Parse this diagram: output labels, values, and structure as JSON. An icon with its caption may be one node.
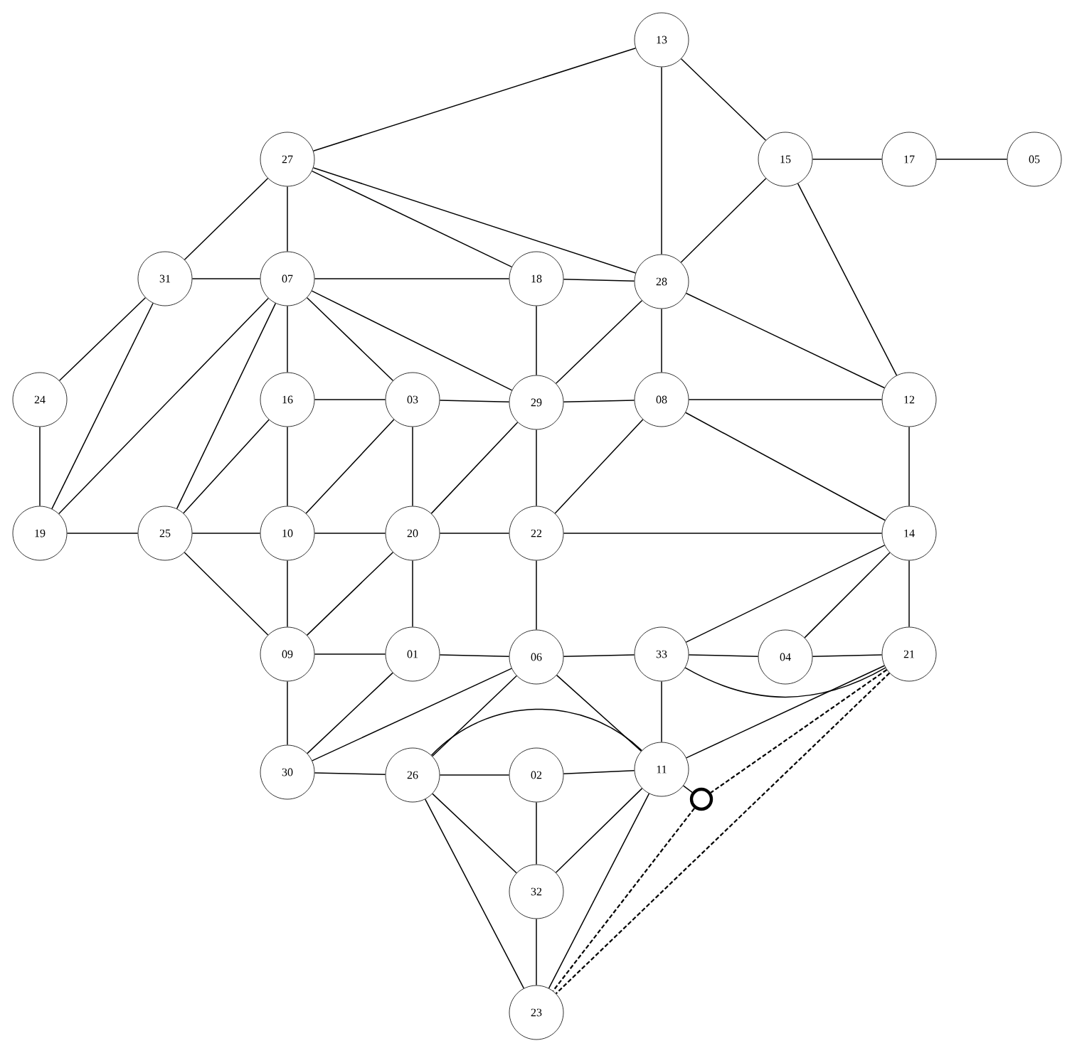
{
  "diagram": {
    "nodes": [
      {
        "text": [
          "13"
        ]
      },
      {
        "text": [
          "27"
        ]
      },
      {
        "text": [
          "15"
        ]
      },
      {
        "text": [
          "17"
        ]
      },
      {
        "text": [
          "05"
        ]
      },
      {
        "text": [
          "31"
        ]
      },
      {
        "text": [
          "07"
        ]
      },
      {
        "text": [
          "18"
        ]
      },
      {
        "text": [
          "28"
        ]
      },
      {
        "text": [
          "24"
        ]
      },
      {
        "text": [
          "16"
        ]
      },
      {
        "text": [
          "03"
        ]
      },
      {
        "text": [
          "29"
        ]
      },
      {
        "text": [
          "08"
        ]
      },
      {
        "text": [
          "12"
        ]
      },
      {
        "text": [
          "19"
        ]
      },
      {
        "text": [
          "25"
        ]
      },
      {
        "text": [
          "10"
        ]
      },
      {
        "text": [
          "20"
        ]
      },
      {
        "text": [
          "22"
        ]
      },
      {
        "text": [
          "14"
        ]
      },
      {
        "text": [
          "09"
        ]
      },
      {
        "text": [
          "01"
        ]
      },
      {
        "text": [
          "06"
        ]
      },
      {
        "text": [
          "33"
        ]
      },
      {
        "text": [
          "04"
        ]
      },
      {
        "text": [
          "21"
        ]
      },
      {
        "text": [
          "30"
        ]
      },
      {
        "text": [
          "26"
        ]
      },
      {
        "text": [
          "02"
        ]
      },
      {
        "text": [
          "11"
        ]
      },
      {
        "text": [],
        "shape": "circle"
      },
      {
        "text": [
          "32"
        ]
      },
      {
        "text": [
          "23"
        ]
      }
    ],
    "edges": [
      {
        "from": 0,
        "to": 1,
        "arrow": "none"
      },
      {
        "from": 0,
        "to": 8,
        "arrow": "none"
      },
      {
        "from": 0,
        "to": 2,
        "arrow": "none"
      },
      {
        "from": 2,
        "to": 3,
        "arrow": "none"
      },
      {
        "from": 3,
        "to": 4,
        "arrow": "none"
      },
      {
        "from": 2,
        "to": 8,
        "arrow": "none"
      },
      {
        "from": 2,
        "to": 14,
        "arrow": "none"
      },
      {
        "from": 1,
        "to": 5,
        "arrow": "none"
      },
      {
        "from": 1,
        "to": 6,
        "arrow": "none"
      },
      {
        "from": 1,
        "to": 7,
        "arrow": "none"
      },
      {
        "from": 1,
        "to": 8,
        "arrow": "none"
      },
      {
        "from": 5,
        "to": 6,
        "arrow": "none"
      },
      {
        "from": 5,
        "to": 9,
        "arrow": "none"
      },
      {
        "from": 5,
        "to": 15,
        "arrow": "none"
      },
      {
        "from": 6,
        "to": 7,
        "arrow": "none"
      },
      {
        "from": 6,
        "to": 10,
        "arrow": "none"
      },
      {
        "from": 6,
        "to": 11,
        "arrow": "none"
      },
      {
        "from": 6,
        "to": 12,
        "arrow": "none"
      },
      {
        "from": 6,
        "to": 15,
        "arrow": "none"
      },
      {
        "from": 6,
        "to": 16,
        "arrow": "none"
      },
      {
        "from": 7,
        "to": 8,
        "arrow": "none"
      },
      {
        "from": 7,
        "to": 12,
        "arrow": "none"
      },
      {
        "from": 8,
        "to": 12,
        "arrow": "none"
      },
      {
        "from": 8,
        "to": 13,
        "arrow": "none"
      },
      {
        "from": 8,
        "to": 14,
        "arrow": "none"
      },
      {
        "from": 9,
        "to": 15,
        "arrow": "none"
      },
      {
        "from": 10,
        "to": 11,
        "arrow": "none"
      },
      {
        "from": 10,
        "to": 17,
        "arrow": "none"
      },
      {
        "from": 10,
        "to": 16,
        "arrow": "none"
      },
      {
        "from": 11,
        "to": 12,
        "arrow": "none"
      },
      {
        "from": 11,
        "to": 17,
        "arrow": "none"
      },
      {
        "from": 11,
        "to": 18,
        "arrow": "none"
      },
      {
        "from": 12,
        "to": 13,
        "arrow": "none"
      },
      {
        "from": 12,
        "to": 19,
        "arrow": "none"
      },
      {
        "from": 12,
        "to": 18,
        "arrow": "none"
      },
      {
        "from": 13,
        "to": 14,
        "arrow": "none"
      },
      {
        "from": 13,
        "to": 19,
        "arrow": "none"
      },
      {
        "from": 13,
        "to": 20,
        "arrow": "none"
      },
      {
        "from": 14,
        "to": 20,
        "arrow": "none"
      },
      {
        "from": 15,
        "to": 16,
        "arrow": "none"
      },
      {
        "from": 16,
        "to": 17,
        "arrow": "none"
      },
      {
        "from": 16,
        "to": 21,
        "arrow": "none"
      },
      {
        "from": 17,
        "to": 18,
        "arrow": "none"
      },
      {
        "from": 17,
        "to": 21,
        "arrow": "none"
      },
      {
        "from": 18,
        "to": 19,
        "arrow": "none"
      },
      {
        "from": 18,
        "to": 22,
        "arrow": "none"
      },
      {
        "from": 18,
        "to": 21,
        "arrow": "none"
      },
      {
        "from": 19,
        "to": 20,
        "arrow": "none"
      },
      {
        "from": 19,
        "to": 23,
        "arrow": "none"
      },
      {
        "from": 20,
        "to": 24,
        "arrow": "none"
      },
      {
        "from": 20,
        "to": 25,
        "arrow": "none"
      },
      {
        "from": 20,
        "to": 26,
        "arrow": "none"
      },
      {
        "from": 21,
        "to": 22,
        "arrow": "none"
      },
      {
        "from": 21,
        "to": 27,
        "arrow": "none"
      },
      {
        "from": 22,
        "to": 23,
        "arrow": "none"
      },
      {
        "from": 22,
        "to": 27,
        "arrow": "none"
      },
      {
        "from": 23,
        "to": 24,
        "arrow": "none"
      },
      {
        "from": 23,
        "to": 27,
        "arrow": "none"
      },
      {
        "from": 23,
        "to": 28,
        "arrow": "none"
      },
      {
        "from": 23,
        "to": 30,
        "arrow": "none"
      },
      {
        "from": 24,
        "to": 25,
        "arrow": "none"
      },
      {
        "from": 25,
        "to": 26,
        "arrow": "none"
      },
      {
        "from": 24,
        "to": 30,
        "arrow": "none"
      },
      {
        "from": 24,
        "to": 26,
        "arrow": "none"
      },
      {
        "from": 26,
        "to": 30,
        "arrow": "none"
      },
      {
        "from": 27,
        "to": 28,
        "arrow": "none"
      },
      {
        "from": 28,
        "to": 29,
        "arrow": "none"
      },
      {
        "from": 28,
        "to": 30,
        "arrow": "none"
      },
      {
        "from": 28,
        "to": 32,
        "arrow": "none"
      },
      {
        "from": 28,
        "to": 33,
        "arrow": "none"
      },
      {
        "from": 29,
        "to": 30,
        "arrow": "none"
      },
      {
        "from": 29,
        "to": 32,
        "arrow": "none"
      },
      {
        "from": 30,
        "to": 32,
        "arrow": "none"
      },
      {
        "from": 30,
        "to": 33,
        "arrow": "none"
      },
      {
        "from": 30,
        "to": 31,
        "arrow": "none"
      },
      {
        "from": 32,
        "to": 33,
        "arrow": "none"
      },
      {
        "from": 26,
        "to": 31,
        "arrow": "none",
        "style": "dashed"
      },
      {
        "from": 31,
        "to": 33,
        "arrow": "none",
        "style": "dashed"
      },
      {
        "from": 26,
        "to": 33,
        "arrow": "none",
        "style": "dashed"
      }
    ]
  }
}
